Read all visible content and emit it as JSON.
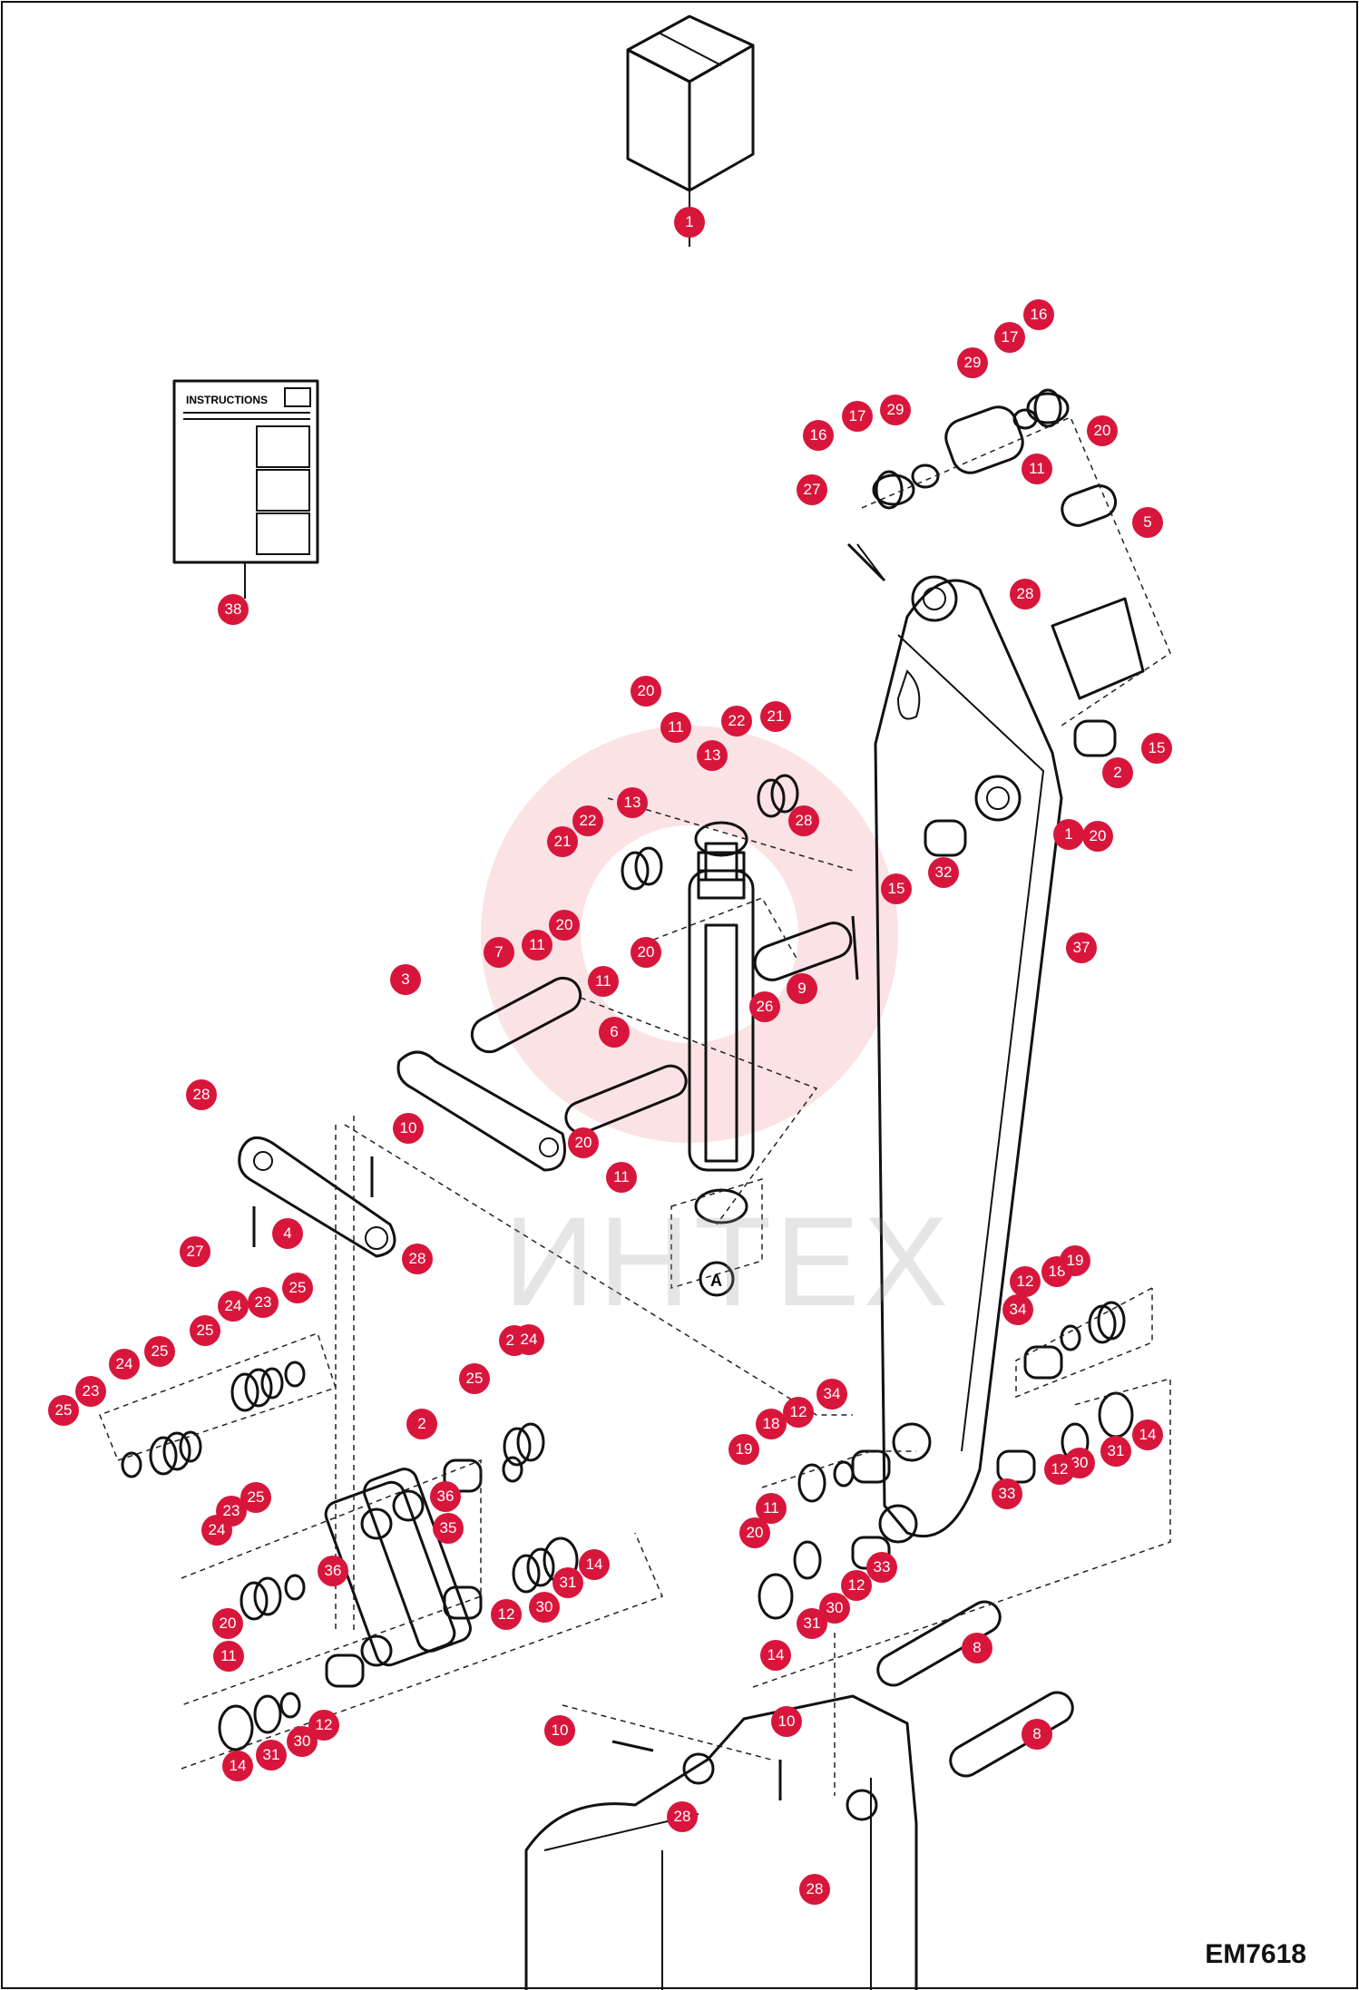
{
  "diagram_code": "EM7618",
  "watermark": "ИНТЕХ",
  "instructions_label": "INSTRUCTIONS",
  "callout_letter": "A",
  "colors": {
    "badge": "#d8163c",
    "line": "#111111",
    "watermark": "#e3202b"
  },
  "callouts": [
    {
      "id": "c1",
      "label": "1"
    },
    {
      "id": "c38",
      "label": "38"
    },
    {
      "id": "c16a",
      "label": "16"
    },
    {
      "id": "c17a",
      "label": "17"
    },
    {
      "id": "c29a",
      "label": "29"
    },
    {
      "id": "c16b",
      "label": "16"
    },
    {
      "id": "c17b",
      "label": "17"
    },
    {
      "id": "c29b",
      "label": "29"
    },
    {
      "id": "c27a",
      "label": "27"
    },
    {
      "id": "c20a",
      "label": "20"
    },
    {
      "id": "c11a",
      "label": "11"
    },
    {
      "id": "c5",
      "label": "5"
    },
    {
      "id": "c28a",
      "label": "28"
    },
    {
      "id": "c20b",
      "label": "20"
    },
    {
      "id": "c11b",
      "label": "11"
    },
    {
      "id": "c22a",
      "label": "22"
    },
    {
      "id": "c21a",
      "label": "21"
    },
    {
      "id": "c13a",
      "label": "13"
    },
    {
      "id": "c2a",
      "label": "2"
    },
    {
      "id": "c15a",
      "label": "15"
    },
    {
      "id": "c13b",
      "label": "13"
    },
    {
      "id": "c22b",
      "label": "22"
    },
    {
      "id": "c21b",
      "label": "21"
    },
    {
      "id": "c28b",
      "label": "28"
    },
    {
      "id": "c1b",
      "label": "1"
    },
    {
      "id": "c20c",
      "label": "20"
    },
    {
      "id": "c15b",
      "label": "15"
    },
    {
      "id": "c32",
      "label": "32"
    },
    {
      "id": "c20d",
      "label": "20"
    },
    {
      "id": "c11c",
      "label": "11"
    },
    {
      "id": "c7",
      "label": "7"
    },
    {
      "id": "c11d",
      "label": "11"
    },
    {
      "id": "c20e",
      "label": "20"
    },
    {
      "id": "c3",
      "label": "3"
    },
    {
      "id": "c37",
      "label": "37"
    },
    {
      "id": "c9",
      "label": "9"
    },
    {
      "id": "c26",
      "label": "26"
    },
    {
      "id": "c6",
      "label": "6"
    },
    {
      "id": "c28c",
      "label": "28"
    },
    {
      "id": "c20f",
      "label": "20"
    },
    {
      "id": "c10a",
      "label": "10"
    },
    {
      "id": "c11e",
      "label": "11"
    },
    {
      "id": "c4",
      "label": "4"
    },
    {
      "id": "c27b",
      "label": "27"
    },
    {
      "id": "c28d",
      "label": "28"
    },
    {
      "id": "c12a",
      "label": "12"
    },
    {
      "id": "c18a",
      "label": "18"
    },
    {
      "id": "c19a",
      "label": "19"
    },
    {
      "id": "c34a",
      "label": "34"
    },
    {
      "id": "c25a",
      "label": "25"
    },
    {
      "id": "c24a",
      "label": "24"
    },
    {
      "id": "c23a",
      "label": "23"
    },
    {
      "id": "c25b",
      "label": "25"
    },
    {
      "id": "c24b",
      "label": "24"
    },
    {
      "id": "c25c",
      "label": "25"
    },
    {
      "id": "c23b",
      "label": "23"
    },
    {
      "id": "c25d",
      "label": "25"
    },
    {
      "id": "c23c",
      "label": "23"
    },
    {
      "id": "c24c",
      "label": "24"
    },
    {
      "id": "c25e",
      "label": "25"
    },
    {
      "id": "c34b",
      "label": "34"
    },
    {
      "id": "c12b",
      "label": "12"
    },
    {
      "id": "c18b",
      "label": "18"
    },
    {
      "id": "c19b",
      "label": "19"
    },
    {
      "id": "c2b",
      "label": "2"
    },
    {
      "id": "c14a",
      "label": "14"
    },
    {
      "id": "c31a",
      "label": "31"
    },
    {
      "id": "c30a",
      "label": "30"
    },
    {
      "id": "c12c",
      "label": "12"
    },
    {
      "id": "c33a",
      "label": "33"
    },
    {
      "id": "c23d",
      "label": "23"
    },
    {
      "id": "c25f",
      "label": "25"
    },
    {
      "id": "c36a",
      "label": "36"
    },
    {
      "id": "c35",
      "label": "35"
    },
    {
      "id": "c24d",
      "label": "24"
    },
    {
      "id": "c36b",
      "label": "36"
    },
    {
      "id": "c11f",
      "label": "11"
    },
    {
      "id": "c20g",
      "label": "20"
    },
    {
      "id": "c33b",
      "label": "33"
    },
    {
      "id": "c14b",
      "label": "14"
    },
    {
      "id": "c31b",
      "label": "31"
    },
    {
      "id": "c30b",
      "label": "30"
    },
    {
      "id": "c12d",
      "label": "12"
    },
    {
      "id": "c20h",
      "label": "20"
    },
    {
      "id": "c11g",
      "label": "11"
    },
    {
      "id": "c12e",
      "label": "12"
    },
    {
      "id": "c30c",
      "label": "30"
    },
    {
      "id": "c31c",
      "label": "31"
    },
    {
      "id": "c14c",
      "label": "14"
    },
    {
      "id": "c8a",
      "label": "8"
    },
    {
      "id": "c12f",
      "label": "12"
    },
    {
      "id": "c30d",
      "label": "30"
    },
    {
      "id": "c31d",
      "label": "31"
    },
    {
      "id": "c14d",
      "label": "14"
    },
    {
      "id": "c10b",
      "label": "10"
    },
    {
      "id": "c10c",
      "label": "10"
    },
    {
      "id": "c8b",
      "label": "8"
    },
    {
      "id": "c28e",
      "label": "28"
    },
    {
      "id": "c28f",
      "label": "28"
    }
  ]
}
